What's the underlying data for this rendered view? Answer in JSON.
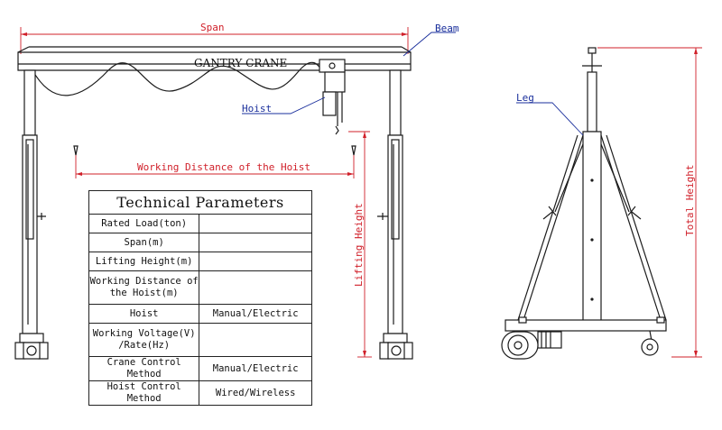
{
  "labels": {
    "span": "Span",
    "beam": "Beam",
    "crane_name": "GANTRY CRANE",
    "hoist": "Hoist",
    "working_distance": "Working Distance of the Hoist",
    "lifting_height": "Lifting Height",
    "leg": "Leg",
    "total_height": "Total Height"
  },
  "table": {
    "title": "Technical Parameters",
    "rows": [
      {
        "param": "Rated Load(ton)",
        "value": ""
      },
      {
        "param": "Span(m)",
        "value": ""
      },
      {
        "param": "Lifting Height(m)",
        "value": ""
      },
      {
        "param": "Working Distance of the Hoist(m)",
        "value": ""
      },
      {
        "param": "Hoist",
        "value": "Manual/Electric"
      },
      {
        "param": "Working Voltage(V) /Rate(Hz)",
        "value": ""
      },
      {
        "param": "Crane Control Method",
        "value": "Manual/Electric"
      },
      {
        "param": "Hoist Control Method",
        "value": "Wired/Wireless"
      }
    ]
  },
  "colors": {
    "dimension": "#d0202a",
    "leader": "#1a2f9c",
    "ink": "#1b1b1b"
  }
}
